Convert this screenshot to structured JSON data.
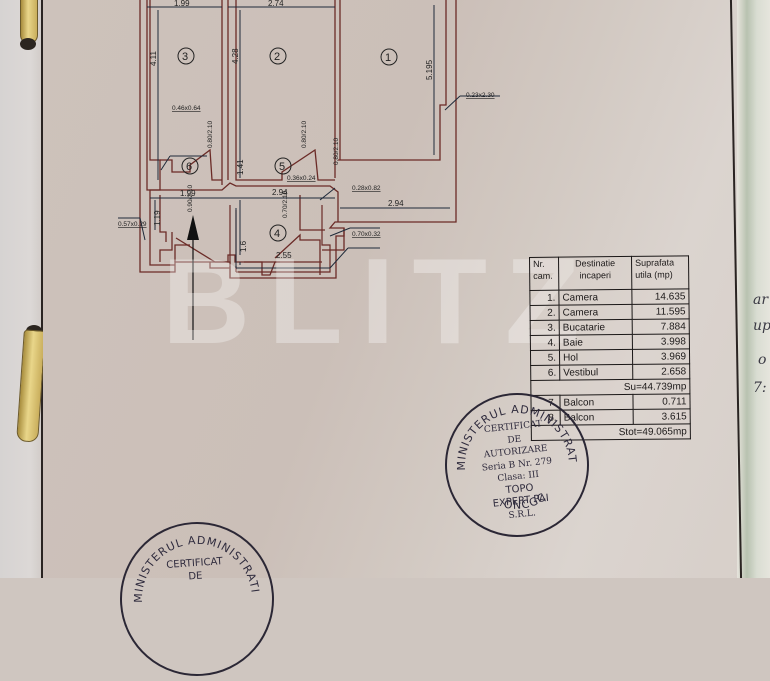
{
  "document": {
    "type": "floor-plan",
    "watermark": "BLITZ"
  },
  "floor_plan": {
    "rooms": [
      {
        "id": "1",
        "label": "1"
      },
      {
        "id": "2",
        "label": "2"
      },
      {
        "id": "3",
        "label": "3"
      },
      {
        "id": "4",
        "label": "4"
      },
      {
        "id": "5",
        "label": "5"
      },
      {
        "id": "6",
        "label": "6"
      }
    ],
    "dimensions": {
      "room3_top": "1.99",
      "room2_top": "2.74",
      "room3_height": "4.11",
      "room2_height": "4.28",
      "room1_height": "5.195",
      "vestibul_width": "1.99",
      "hol_width": "2.94",
      "room1_bottom": "2.94",
      "vestibul_height": "1.19",
      "hol_height": "1.41",
      "baie_height": "1.6",
      "baie_width": "2.55"
    },
    "annotations": {
      "window_bucatarie": "0.46x0.64",
      "window_room1": "0.23x2.30",
      "vent_vestibul": "0.57x0.29",
      "vent_hol": "0.36x0.24",
      "vent_baie_1": "0.28x0.82",
      "vent_baie_2": "0.70x0.32",
      "door_bucatarie": "0.80/2.10",
      "door_camera2": "0.80/2.10",
      "door_camera1": "0.80/2.10",
      "door_entrance": "0.90/2.10",
      "door_baie": "0.70/2.10"
    }
  },
  "area_table": {
    "headers": {
      "nr": "Nr. cam.",
      "nr_line1": "Nr.",
      "nr_line2": "cam.",
      "dest_line1": "Destinatie",
      "dest_line2": "incaperi",
      "surf_line1": "Suprafata",
      "surf_line2": "utila (mp)"
    },
    "rows": [
      {
        "nr": "1.",
        "name": "Camera",
        "area": "14.635"
      },
      {
        "nr": "2.",
        "name": "Camera",
        "area": "11.595"
      },
      {
        "nr": "3.",
        "name": "Bucatarie",
        "area": "7.884"
      },
      {
        "nr": "4.",
        "name": "Baie",
        "area": "3.998"
      },
      {
        "nr": "5.",
        "name": "Hol",
        "area": "3.969"
      },
      {
        "nr": "6.",
        "name": "Vestibul",
        "area": "2.658"
      }
    ],
    "subtotal": "Su=44.739mp",
    "balconies": [
      {
        "nr": "7.",
        "name": "Balcon",
        "area": "0.711"
      },
      {
        "nr": "8.",
        "name": "Balcon",
        "area": "3.615"
      }
    ],
    "total": "Stot=49.065mp"
  },
  "stamps": [
    {
      "ring_top": "MINISTERUL ADMINISTRATIEI PUBLICE",
      "ring_bottom": "ONCGC",
      "lines": [
        "CERTIFICAT",
        "DE",
        "AUTORIZARE",
        "Seria B Nr. 279",
        "Clasa: III",
        "TOPO",
        "EXPERT PAI",
        "S.R.L."
      ]
    },
    {
      "ring_top": "MINISTERUL ADMINISTRATIEI PUBLICE",
      "lines": [
        "CERTIFICAT",
        "DE"
      ]
    }
  ],
  "handwriting": [
    "ar",
    "up",
    "o",
    "7:"
  ],
  "colors": {
    "paper": "#cdc2bb",
    "wall_outline": "#6b2b27",
    "dimension_line": "#1f2a3a",
    "stamp_ink": "#2f2b3d",
    "clip_brass": "#d9c272"
  }
}
